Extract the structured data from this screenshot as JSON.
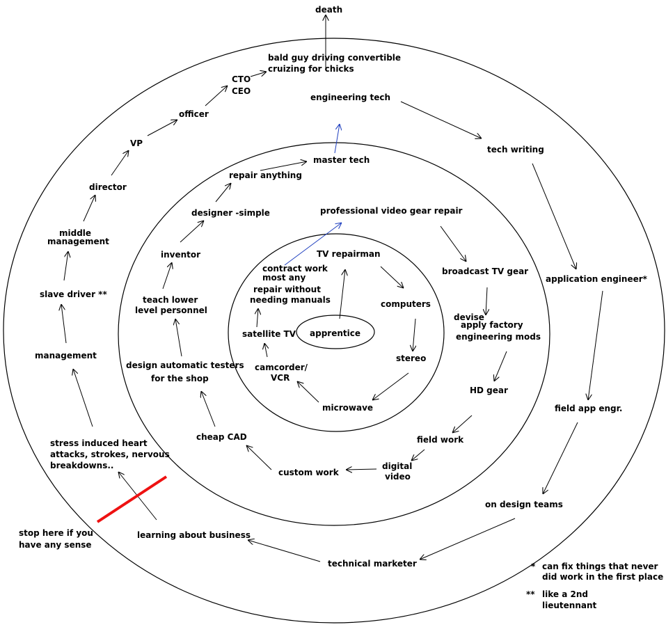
{
  "colors": {
    "line": "#000000",
    "highlight_arrow": "#1f3fbf",
    "stop_line": "#ee1111"
  },
  "labels": {
    "death": "death",
    "bald_guy_1": "bald guy driving convertible",
    "bald_guy_2": "cruizing for chicks",
    "cto": "CTO",
    "ceo": "CEO",
    "officer": "officer",
    "vp": "VP",
    "director": "director",
    "middle_mgmt_1": "middle",
    "middle_mgmt_2": "management",
    "slave_driver": "slave driver **",
    "management": "management",
    "stress_1": "stress induced heart",
    "stress_2": "attacks, strokes, nervous",
    "stress_3": "breakdowns..",
    "stop_1": "stop here if you",
    "stop_2": "have any sense",
    "learning_business": "learning about business",
    "technical_marketer": "technical marketer",
    "engineering_tech": "engineering tech",
    "tech_writing": "tech writing",
    "application_engineer": "application engineer*",
    "field_app_engr": "field app engr.",
    "on_design_teams": "on design teams",
    "master_tech": "master tech",
    "repair_anything": "repair anything",
    "designer_simple": "designer -simple",
    "inventor": "inventor",
    "teach_1": "teach lower",
    "teach_2": "level personnel",
    "design_testers_1": "design automatic testers",
    "design_testers_2": "for the shop",
    "cheap_cad": "cheap CAD",
    "custom_work": "custom work",
    "digital_video_1": "digital",
    "digital_video_2": "video",
    "field_work": "field work",
    "hd_gear": "HD gear",
    "devise": "devise",
    "apply_mods_1": "apply factory",
    "apply_mods_2": "engineering mods",
    "broadcast_tv": "broadcast TV gear",
    "pro_video": "professional video gear repair",
    "tv_repairman": "TV repairman",
    "computers": "computers",
    "stereo": "stereo",
    "microwave": "microwave",
    "camcorder_1": "camcorder/",
    "camcorder_2": "VCR",
    "satellite_tv": "satellite TV",
    "repair_manuals_1": "repair without",
    "repair_manuals_2": "needing manuals",
    "contract_1": "contract work",
    "contract_2": "most any",
    "apprentice": "apprentice",
    "footnote_star_mark": "*",
    "footnote_star_1": "can fix things that never",
    "footnote_star_2": "did work in the first place",
    "footnote_dstar_mark": "**",
    "footnote_dstar_1": "like a 2nd",
    "footnote_dstar_2": "lieutennant"
  }
}
